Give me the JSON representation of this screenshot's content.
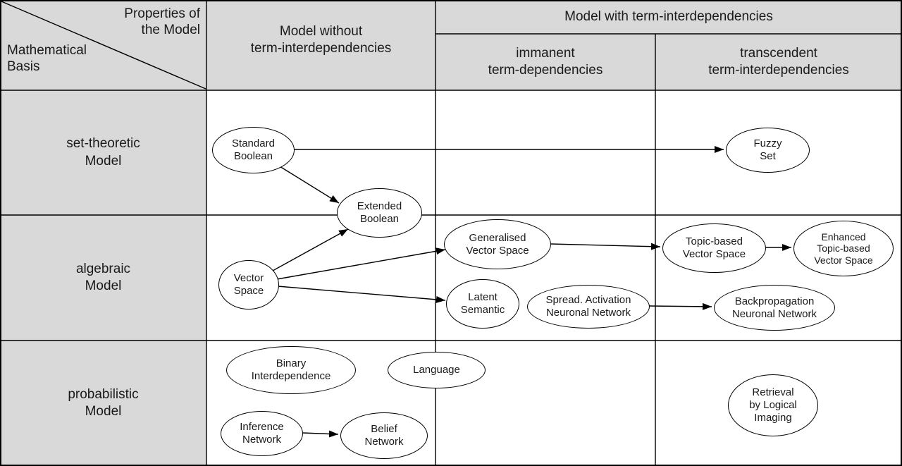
{
  "colors": {
    "header_bg": "#d9d9d9",
    "line": "#000000",
    "node_fill": "#ffffff"
  },
  "header": {
    "corner_top": "Properties of\nthe Model",
    "corner_bottom": "Mathematical\nBasis",
    "col_without": "Model without\nterm-interdependencies",
    "col_with": "Model with term-interdependencies",
    "col_immanent": "immanent\nterm-dependencies",
    "col_transcendent": "transcendent\nterm-interdependencies"
  },
  "rows": [
    {
      "label": "set-theoretic\nModel"
    },
    {
      "label": "algebraic\nModel"
    },
    {
      "label": "probabilistic\nModel"
    }
  ],
  "nodes": [
    {
      "id": "standard-boolean",
      "label": "Standard\nBoolean"
    },
    {
      "id": "fuzzy-set",
      "label": "Fuzzy\nSet"
    },
    {
      "id": "extended-boolean",
      "label": "Extended\nBoolean"
    },
    {
      "id": "vector-space",
      "label": "Vector\nSpace"
    },
    {
      "id": "generalised-vector-space",
      "label": "Generalised\nVector Space"
    },
    {
      "id": "topic-based-vector-space",
      "label": "Topic-based\nVector Space"
    },
    {
      "id": "enhanced-topic-based-vector-space",
      "label": "Enhanced\nTopic-based\nVector Space"
    },
    {
      "id": "latent-semantic",
      "label": "Latent\nSemantic"
    },
    {
      "id": "spreading-activation-neuronal-network",
      "label": "Spread. Activation\nNeuronal Network"
    },
    {
      "id": "backpropagation-neuronal-network",
      "label": "Backpropagation\nNeuronal Network"
    },
    {
      "id": "binary-interdependence",
      "label": "Binary\nInterdependence"
    },
    {
      "id": "language",
      "label": "Language"
    },
    {
      "id": "retrieval-by-logical-imaging",
      "label": "Retrieval\nby Logical\nImaging"
    },
    {
      "id": "inference-network",
      "label": "Inference\nNetwork"
    },
    {
      "id": "belief-network",
      "label": "Belief\nNetwork"
    }
  ],
  "edges": [
    {
      "from": "standard-boolean",
      "to": "fuzzy-set"
    },
    {
      "from": "standard-boolean",
      "to": "extended-boolean"
    },
    {
      "from": "vector-space",
      "to": "extended-boolean"
    },
    {
      "from": "vector-space",
      "to": "generalised-vector-space"
    },
    {
      "from": "vector-space",
      "to": "latent-semantic"
    },
    {
      "from": "generalised-vector-space",
      "to": "topic-based-vector-space"
    },
    {
      "from": "topic-based-vector-space",
      "to": "enhanced-topic-based-vector-space"
    },
    {
      "from": "spreading-activation-neuronal-network",
      "to": "backpropagation-neuronal-network"
    },
    {
      "from": "inference-network",
      "to": "belief-network"
    }
  ]
}
